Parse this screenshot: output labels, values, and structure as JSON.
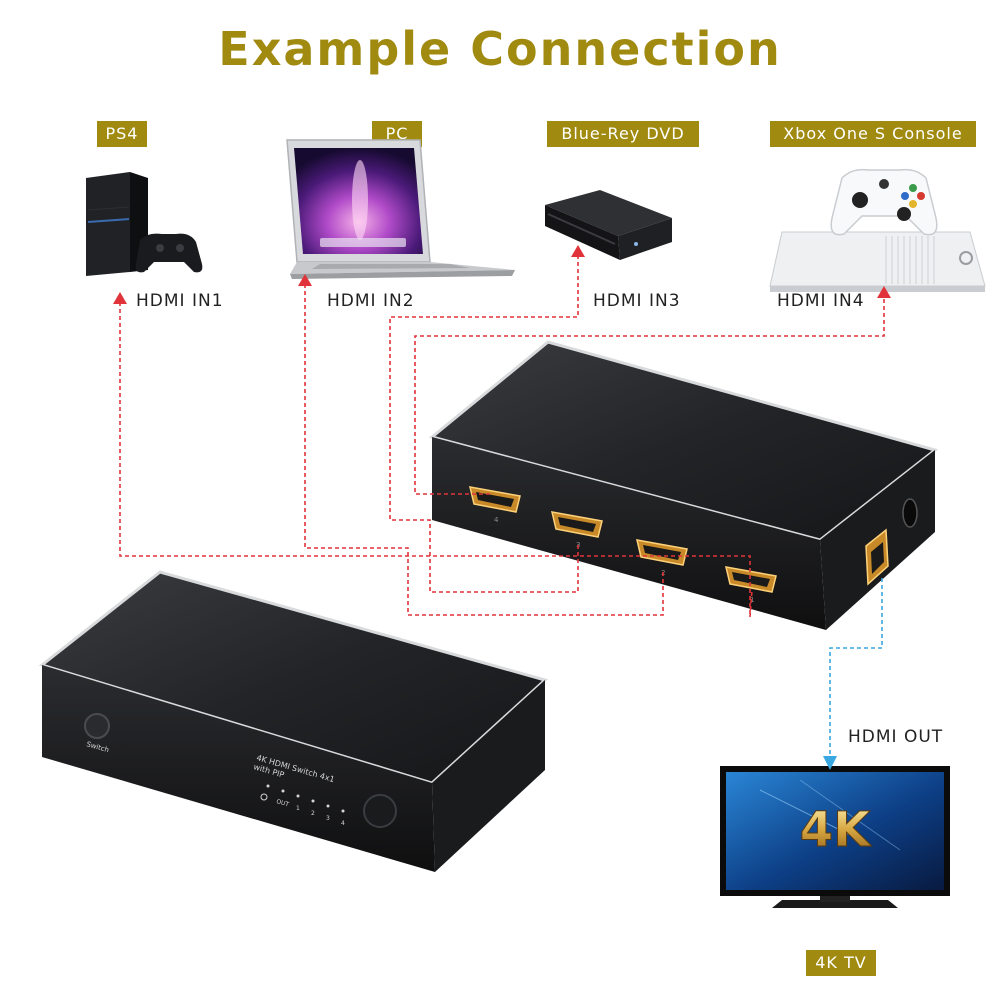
{
  "title": "Example Connection",
  "devices": {
    "ps4": {
      "label": "PS4"
    },
    "pc": {
      "label": "PC"
    },
    "dvd": {
      "label": "Blue-Rey DVD"
    },
    "xbox": {
      "label": "Xbox One S Console"
    },
    "tv": {
      "label": "4K TV",
      "screen_text": "4K"
    }
  },
  "ports": {
    "in1": "HDMI IN1",
    "in2": "HDMI IN2",
    "in3": "HDMI IN3",
    "in4": "HDMI IN4",
    "out": "HDMI OUT"
  },
  "switch_front": {
    "button_label": "Switch",
    "product_name": "4K HDMI Switch 4x1",
    "product_sub": "with PIP",
    "out_label": "OUT",
    "channels": [
      "1",
      "2",
      "3",
      "4"
    ]
  },
  "switch_back": {
    "port_numbers": [
      "4",
      "3",
      "2",
      "1"
    ]
  },
  "colors": {
    "accent": "#a08a10",
    "input_line": "#e0343a",
    "output_line": "#3aa7e0"
  }
}
